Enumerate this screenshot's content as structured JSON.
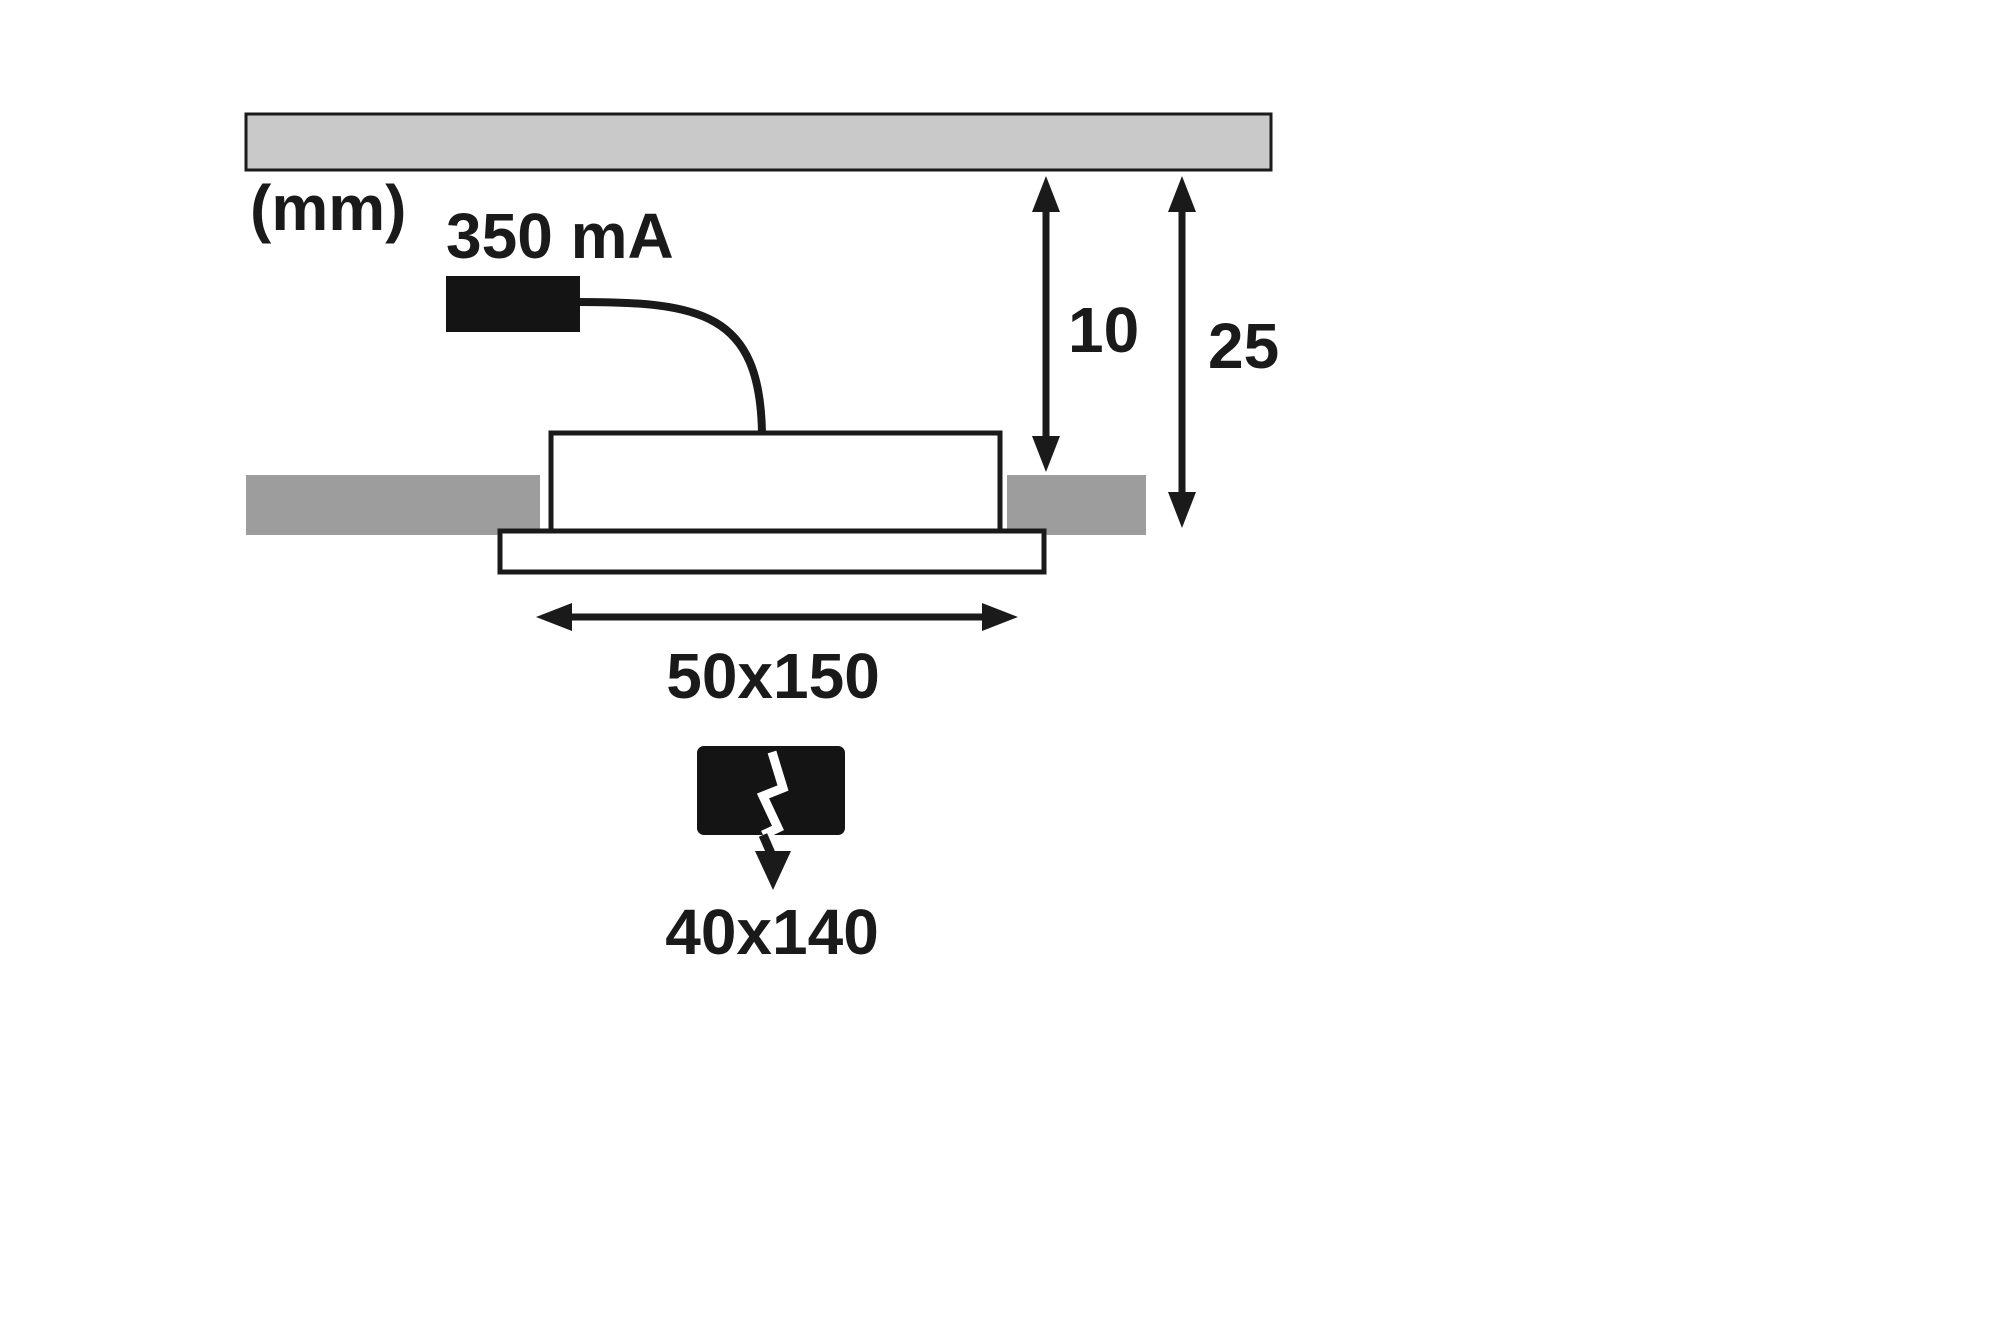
{
  "diagram": {
    "unit_label": "(mm)",
    "driver_label": "350 mA",
    "dimensions": {
      "depth_min": "10",
      "depth_total": "25",
      "luminaire_size": "50x150",
      "cutout_size": "40x140"
    },
    "colors": {
      "ceiling_fill": "#c9c9c9",
      "panel_fill": "#9d9d9d",
      "luminaire_fill": "#ffffff",
      "driver_fill": "#141414",
      "outline": "#1a1a1a",
      "bolt": "#ffffff"
    },
    "icons": {
      "lightning_icon": "lightning-bolt-icon"
    }
  }
}
